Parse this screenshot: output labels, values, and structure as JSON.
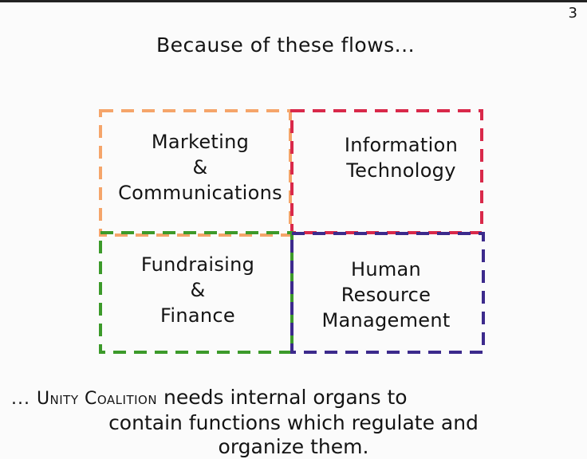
{
  "page_number": "3",
  "heading": "Because of these flows...",
  "quadrants": {
    "marketing": {
      "lines": [
        "Marketing",
        "&",
        "Communications"
      ],
      "color": "#f5a56a"
    },
    "it": {
      "lines": [
        "Information",
        "Technology"
      ],
      "color": "#d9294a"
    },
    "fundraising": {
      "lines": [
        "Fundraising",
        "&",
        "Finance"
      ],
      "color": "#3c9a2a"
    },
    "hr": {
      "lines": [
        "Human",
        "Resource",
        "Management"
      ],
      "color": "#3c2a8c"
    }
  },
  "footer": {
    "ellipsis": "...",
    "brand": "Unity Coalition",
    "line1_rest": "needs internal organs to",
    "line2": "contain functions which regulate and",
    "line3": "organize them."
  }
}
